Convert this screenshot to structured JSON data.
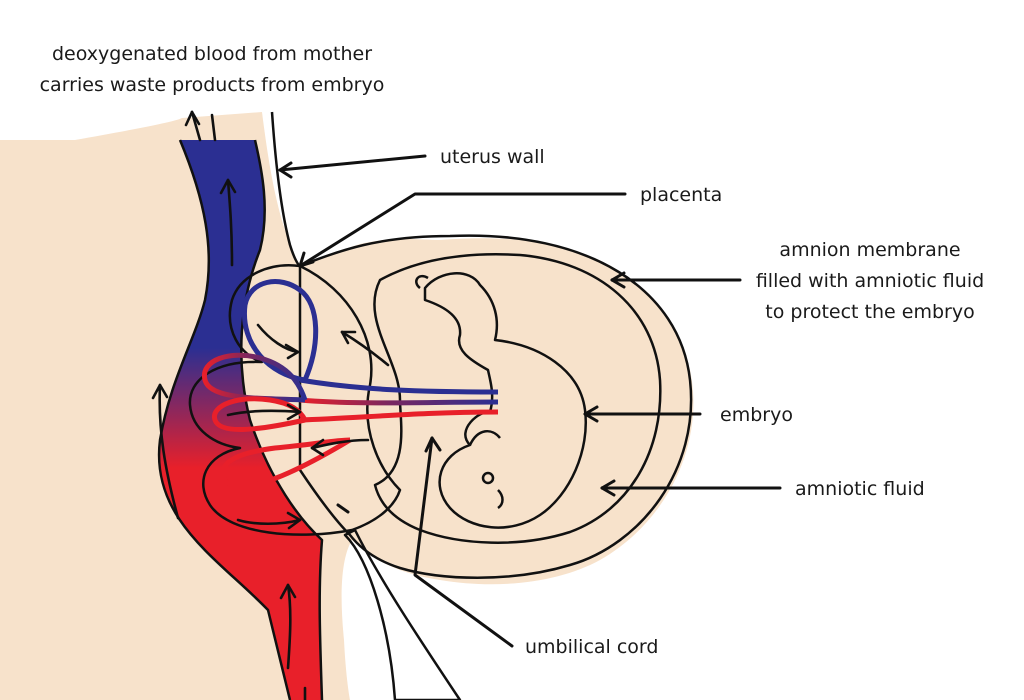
{
  "labels": {
    "deoxy_line1": "deoxygenated blood from mother",
    "deoxy_line2": "carries waste products from embryo",
    "uterus_wall": "uterus wall",
    "placenta": "placenta",
    "amnion_line1": "amnion membrane",
    "amnion_line2": "filled with amniotic fluid",
    "amnion_line3": "to protect the embryo",
    "embryo": "embryo",
    "amniotic_fluid": "amniotic fluid",
    "umbilical_cord": "umbilical cord"
  },
  "colors": {
    "tissue": "#f7e2cb",
    "deoxygenated_blood": "#2b2f92",
    "oxygenated_blood": "#e8202a",
    "amniotic_fluid": "#c7e6f1",
    "embryo_skin": "#f0b9b0",
    "outline": "#111111"
  }
}
